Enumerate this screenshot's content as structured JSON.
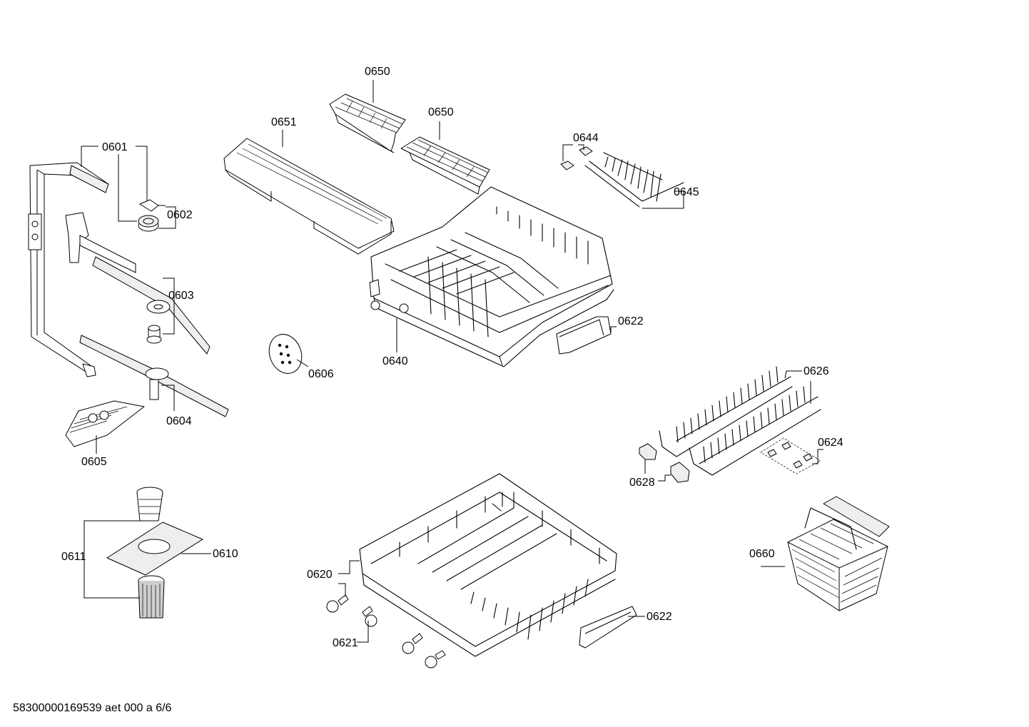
{
  "parts": {
    "p0650a": "0650",
    "p0650b": "0650",
    "p0651": "0651",
    "p0644": "0644",
    "p0645": "0645",
    "p0601": "0601",
    "p0602": "0602",
    "p0603": "0603",
    "p0604": "0604",
    "p0605": "0605",
    "p0606": "0606",
    "p0640": "0640",
    "p0622a": "0622",
    "p0626": "0626",
    "p0624": "0624",
    "p0628": "0628",
    "p0611": "0611",
    "p0610": "0610",
    "p0620": "0620",
    "p0621": "0621",
    "p0622b": "0622",
    "p0660": "0660"
  },
  "footer": {
    "code": "58300000169539 aet 000 a 6/6"
  }
}
